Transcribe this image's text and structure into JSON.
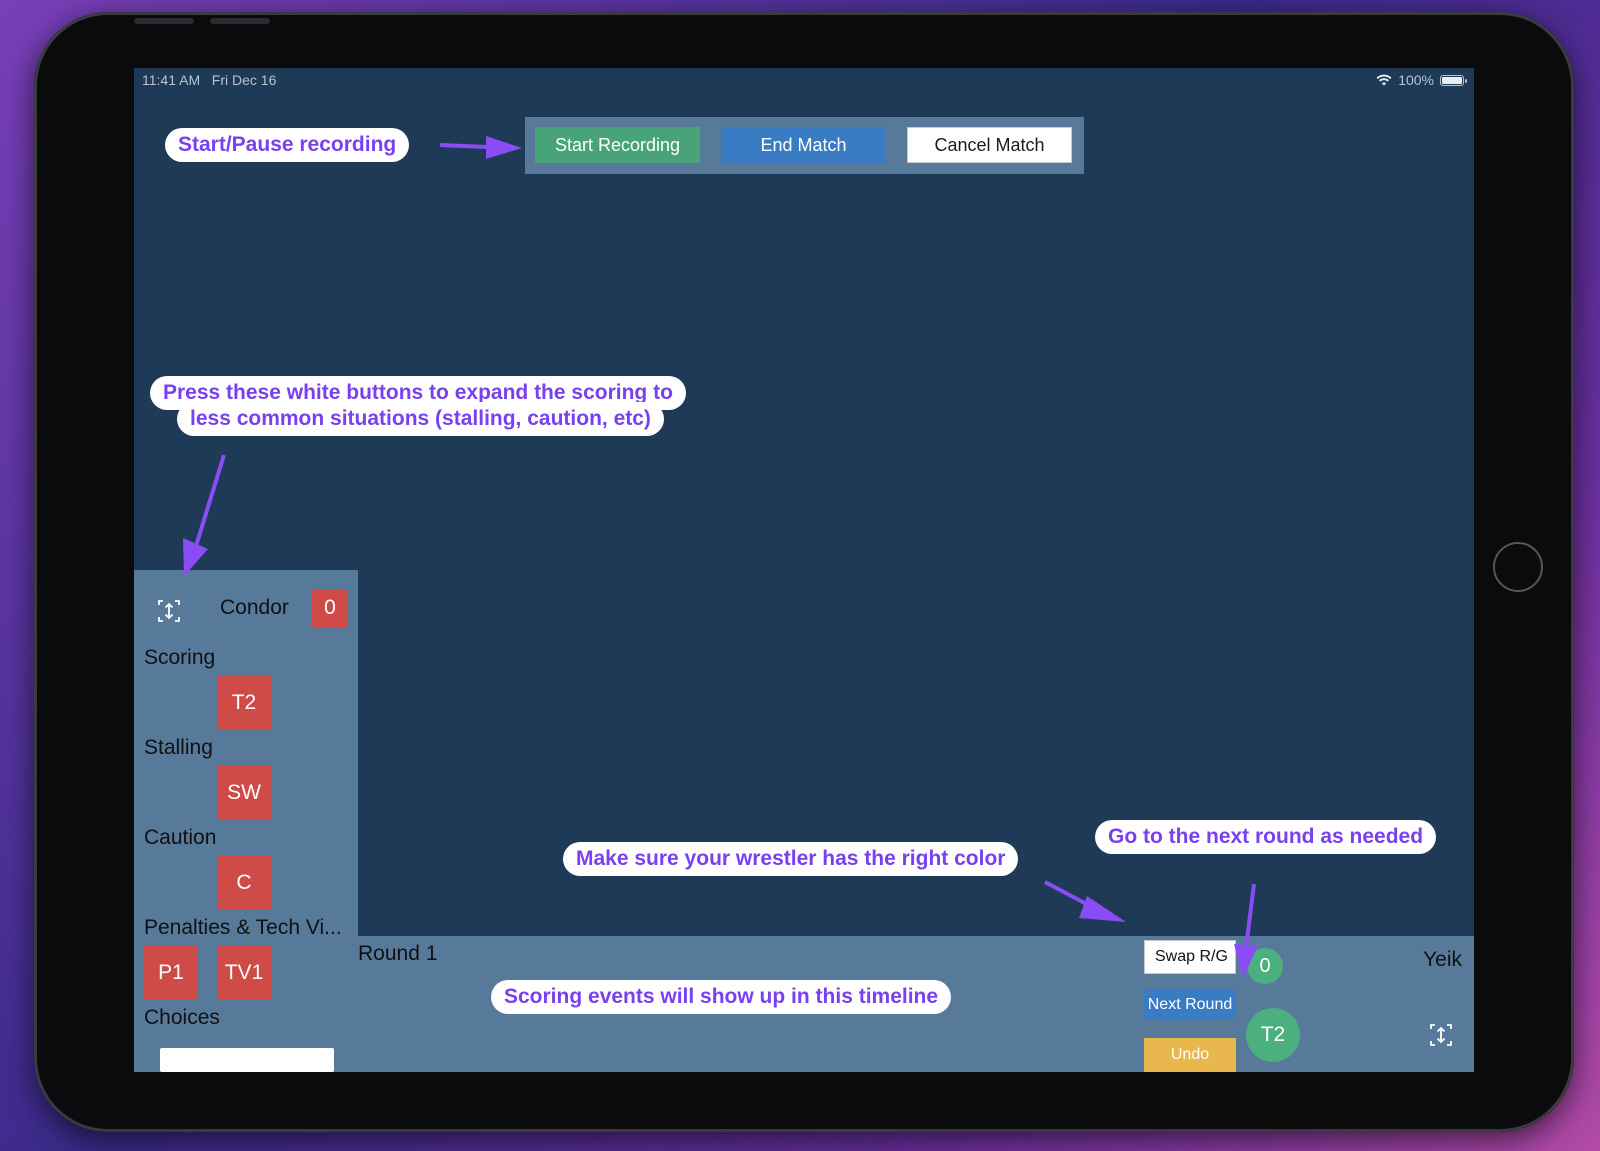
{
  "status_bar": {
    "time": "11:41 AM",
    "date": "Fri Dec 16",
    "battery": "100%",
    "battery_level": 1.0,
    "icons": [
      "wifi-icon",
      "battery-icon"
    ]
  },
  "toolbar": {
    "start_label": "Start Recording",
    "end_label": "End Match",
    "cancel_label": "Cancel Match"
  },
  "red_wrestler": {
    "name": "Condor",
    "score": "0",
    "sections": {
      "scoring": "Scoring",
      "stalling": "Stalling",
      "caution": "Caution",
      "penalties": "Penalties & Tech Vi...",
      "choices": "Choices"
    },
    "buttons": {
      "scoring": "T2",
      "stalling": "SW",
      "caution": "C",
      "penalty": "P1",
      "tech_violation": "TV1"
    }
  },
  "timeline": {
    "round": "Round 1",
    "swap_label": "Swap R/G",
    "next_round_label": "Next Round",
    "undo_label": "Undo"
  },
  "green_wrestler": {
    "name": "Yeik",
    "score": "0",
    "scoring_button": "T2"
  },
  "callouts": {
    "recording": "Start/Pause recording",
    "expand_line1": "Press these white buttons to expand the scoring to",
    "expand_line2": "less common situations (stalling, caution, etc)",
    "color": "Make sure your wrestler has the right color",
    "next_round": "Go to the next round as needed",
    "timeline": "Scoring events will show up in this timeline"
  },
  "colors": {
    "screen_bg": "#1e3a56",
    "panel_bg": "#587a9a",
    "start_green": "#48a478",
    "end_blue": "#3a7cc4",
    "red": "#cf4b48",
    "green": "#4caf7e",
    "undo_yellow": "#e8b84e",
    "callout_text": "#7a3ff0"
  }
}
